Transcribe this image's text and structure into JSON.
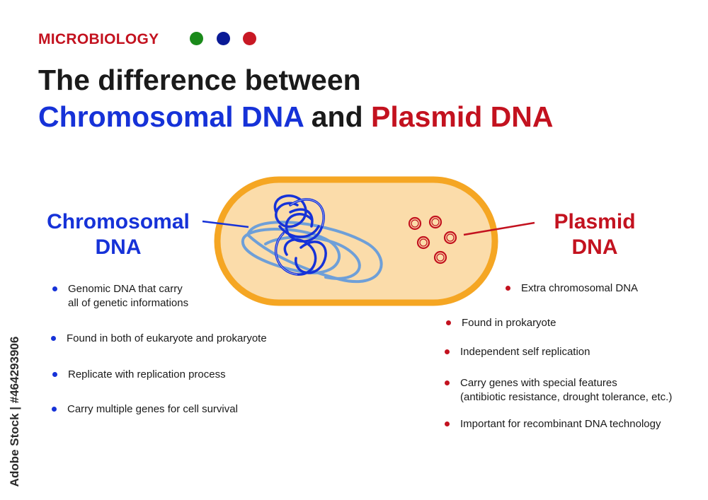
{
  "header": {
    "category": "MICROBIOLOGY",
    "dots": [
      "#1a8a1a",
      "#0a1a96",
      "#c81824"
    ],
    "title_line1": "The difference between",
    "title_line2_part1": "Chromosomal DNA",
    "title_line2_part2": " and ",
    "title_line2_part3": "Plasmid DNA"
  },
  "colors": {
    "chromosomal": "#1632d8",
    "plasmid": "#c3121f",
    "category": "#c3121f",
    "cell_fill": "#fbdcaa",
    "cell_border": "#f5a623"
  },
  "chromosomal": {
    "label_line1": "Chromosomal",
    "label_line2": "DNA",
    "bullets": [
      {
        "line1": "Genomic DNA that carry",
        "line2": "all of genetic informations"
      },
      {
        "line1": "Found in both of eukaryote and prokaryote"
      },
      {
        "line1": "Replicate with replication process"
      },
      {
        "line1": "Carry multiple genes for cell survival"
      }
    ]
  },
  "plasmid": {
    "label_line1": "Plasmid",
    "label_line2": "DNA",
    "bullets": [
      {
        "line1": "Extra chromosomal DNA"
      },
      {
        "line1": "Found in prokaryote"
      },
      {
        "line1": "Independent self replication"
      },
      {
        "line1": "Carry genes with special features",
        "line2": "(antibiotic resistance, drought tolerance, etc.)"
      },
      {
        "line1": "Important for recombinant DNA technology"
      }
    ]
  },
  "watermark": "Adobe Stock | #464293906"
}
